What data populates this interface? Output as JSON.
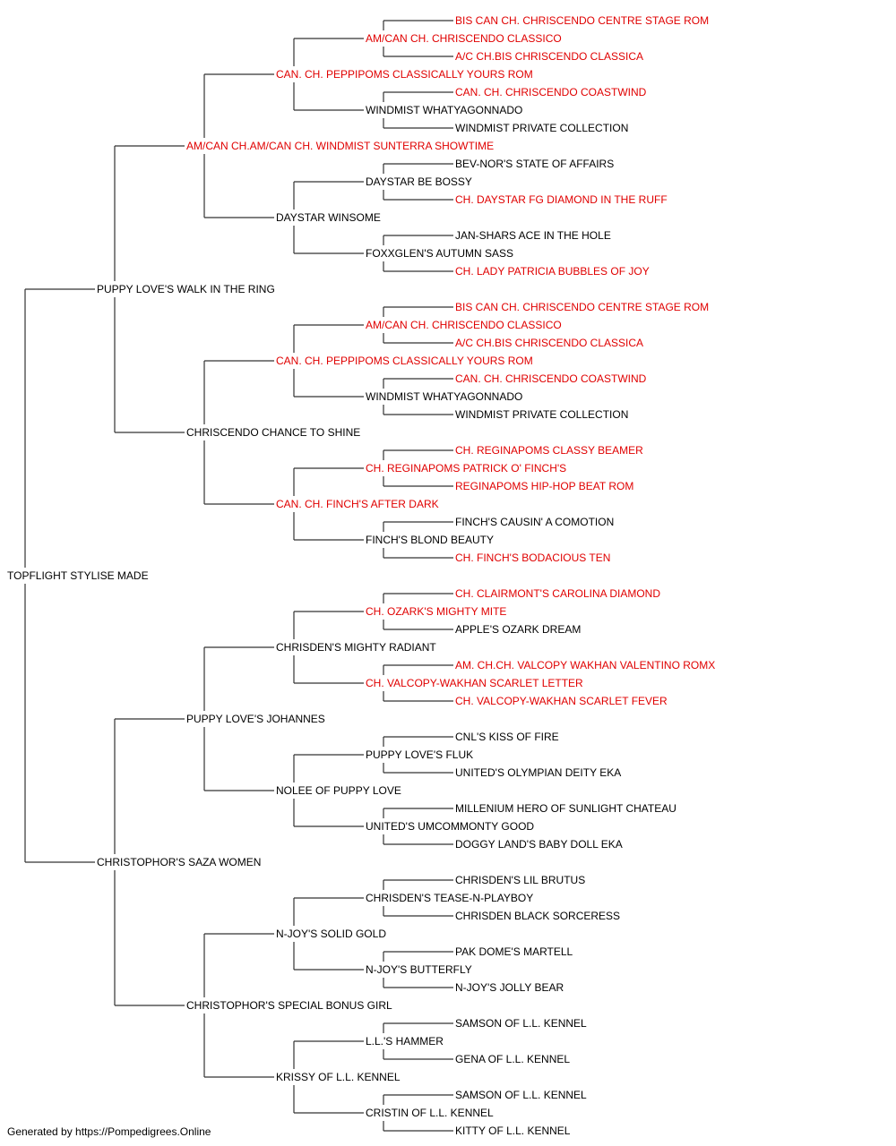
{
  "colors": {
    "titled": "#e00000",
    "normal": "#000000",
    "line": "#333333"
  },
  "pedigree": {
    "name": "TOPFLIGHT STYLISE MADE",
    "titled": false,
    "sire": {
      "name": "PUPPY LOVE'S WALK IN THE RING",
      "titled": false,
      "sire": {
        "name": "AM/CAN CH.AM/CAN CH. WINDMIST SUNTERRA SHOWTIME",
        "titled": true,
        "sire": {
          "name": "CAN. CH. PEPPIPOMS CLASSICALLY YOURS ROM",
          "titled": true,
          "sire": {
            "name": "AM/CAN CH. CHRISCENDO CLASSICO",
            "titled": true,
            "sire": {
              "name": "BIS CAN CH. CHRISCENDO CENTRE STAGE ROM",
              "titled": true
            },
            "dam": {
              "name": "A/C CH.BIS CHRISCENDO CLASSICA",
              "titled": true
            }
          },
          "dam": {
            "name": "WINDMIST WHATYAGONNADO",
            "titled": false,
            "sire": {
              "name": "CAN. CH. CHRISCENDO COASTWIND",
              "titled": true
            },
            "dam": {
              "name": "WINDMIST PRIVATE COLLECTION",
              "titled": false
            }
          }
        },
        "dam": {
          "name": "DAYSTAR WINSOME",
          "titled": false,
          "sire": {
            "name": "DAYSTAR BE BOSSY",
            "titled": false,
            "sire": {
              "name": "BEV-NOR'S STATE OF AFFAIRS",
              "titled": false
            },
            "dam": {
              "name": "CH. DAYSTAR FG DIAMOND IN THE RUFF",
              "titled": true
            }
          },
          "dam": {
            "name": "FOXXGLEN'S AUTUMN SASS",
            "titled": false,
            "sire": {
              "name": "JAN-SHARS ACE IN THE HOLE",
              "titled": false
            },
            "dam": {
              "name": "CH. LADY PATRICIA BUBBLES OF JOY",
              "titled": true
            }
          }
        }
      },
      "dam": {
        "name": "CHRISCENDO CHANCE TO SHINE",
        "titled": false,
        "sire": {
          "name": "CAN. CH. PEPPIPOMS CLASSICALLY YOURS ROM",
          "titled": true,
          "sire": {
            "name": "AM/CAN CH. CHRISCENDO CLASSICO",
            "titled": true,
            "sire": {
              "name": "BIS CAN CH. CHRISCENDO CENTRE STAGE ROM",
              "titled": true
            },
            "dam": {
              "name": "A/C CH.BIS CHRISCENDO CLASSICA",
              "titled": true
            }
          },
          "dam": {
            "name": "WINDMIST WHATYAGONNADO",
            "titled": false,
            "sire": {
              "name": "CAN. CH. CHRISCENDO COASTWIND",
              "titled": true
            },
            "dam": {
              "name": "WINDMIST PRIVATE COLLECTION",
              "titled": false
            }
          }
        },
        "dam": {
          "name": "CAN. CH. FINCH'S AFTER DARK",
          "titled": true,
          "sire": {
            "name": "CH. REGINAPOMS PATRICK O' FINCH'S",
            "titled": true,
            "sire": {
              "name": "CH. REGINAPOMS CLASSY BEAMER",
              "titled": true
            },
            "dam": {
              "name": "REGINAPOMS HIP-HOP BEAT ROM",
              "titled": true
            }
          },
          "dam": {
            "name": "FINCH'S BLOND BEAUTY",
            "titled": false,
            "sire": {
              "name": "FINCH'S CAUSIN' A COMOTION",
              "titled": false
            },
            "dam": {
              "name": "CH. FINCH'S BODACIOUS TEN",
              "titled": true
            }
          }
        }
      }
    },
    "dam": {
      "name": "CHRISTOPHOR'S SAZA WOMEN",
      "titled": false,
      "sire": {
        "name": "PUPPY LOVE'S JOHANNES",
        "titled": false,
        "sire": {
          "name": "CHRISDEN'S MIGHTY RADIANT",
          "titled": false,
          "sire": {
            "name": "CH. OZARK'S MIGHTY MITE",
            "titled": true,
            "sire": {
              "name": "CH. CLAIRMONT'S CAROLINA DIAMOND",
              "titled": true
            },
            "dam": {
              "name": "APPLE'S OZARK DREAM",
              "titled": false
            }
          },
          "dam": {
            "name": "CH. VALCOPY-WAKHAN SCARLET LETTER",
            "titled": true,
            "sire": {
              "name": "AM. CH.CH. VALCOPY WAKHAN VALENTINO ROMX",
              "titled": true
            },
            "dam": {
              "name": "CH. VALCOPY-WAKHAN SCARLET FEVER",
              "titled": true
            }
          }
        },
        "dam": {
          "name": "NOLEE OF PUPPY LOVE",
          "titled": false,
          "sire": {
            "name": "PUPPY LOVE'S FLUK",
            "titled": false,
            "sire": {
              "name": "CNL'S KISS OF FIRE",
              "titled": false
            },
            "dam": {
              "name": "UNITED'S OLYMPIAN DEITY EKA",
              "titled": false
            }
          },
          "dam": {
            "name": "UNITED'S UMCOMMONTY GOOD",
            "titled": false,
            "sire": {
              "name": "MILLENIUM HERO OF SUNLIGHT CHATEAU",
              "titled": false
            },
            "dam": {
              "name": "DOGGY LAND'S BABY DOLL EKA",
              "titled": false
            }
          }
        }
      },
      "dam": {
        "name": "CHRISTOPHOR'S SPECIAL BONUS GIRL",
        "titled": false,
        "sire": {
          "name": "N-JOY'S SOLID GOLD",
          "titled": false,
          "sire": {
            "name": "CHRISDEN'S TEASE-N-PLAYBOY",
            "titled": false,
            "sire": {
              "name": "CHRISDEN'S LIL BRUTUS",
              "titled": false
            },
            "dam": {
              "name": "CHRISDEN BLACK SORCERESS",
              "titled": false
            }
          },
          "dam": {
            "name": "N-JOY'S BUTTERFLY",
            "titled": false,
            "sire": {
              "name": "PAK DOME'S MARTELL",
              "titled": false
            },
            "dam": {
              "name": "N-JOY'S JOLLY BEAR",
              "titled": false
            }
          }
        },
        "dam": {
          "name": "KRISSY OF L.L. KENNEL",
          "titled": false,
          "sire": {
            "name": "L.L.'S HAMMER",
            "titled": false,
            "sire": {
              "name": "SAMSON OF L.L. KENNEL",
              "titled": false
            },
            "dam": {
              "name": "GENA OF L.L. KENNEL",
              "titled": false
            }
          },
          "dam": {
            "name": "CRISTIN OF L.L. KENNEL",
            "titled": false,
            "sire": {
              "name": "SAMSON OF L.L. KENNEL",
              "titled": false
            },
            "dam": {
              "name": "KITTY OF L.L. KENNEL",
              "titled": false
            }
          }
        }
      }
    }
  },
  "footer": "Generated by https://Pompedigrees.Online"
}
